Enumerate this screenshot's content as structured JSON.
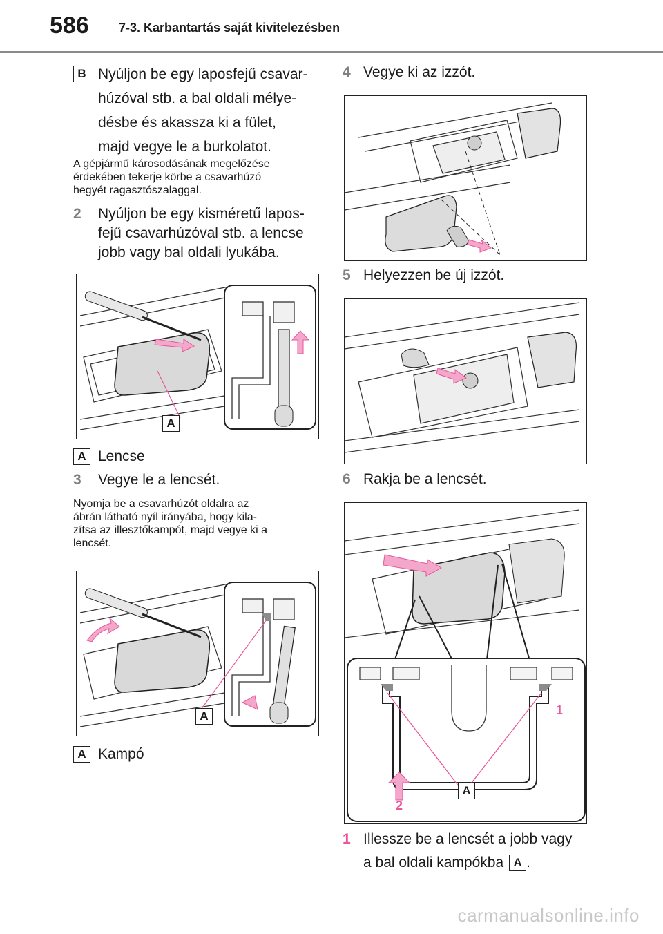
{
  "header": {
    "page_number": "586",
    "section_title": "7-3. Karbantartás saját kivitelezésben"
  },
  "left": {
    "stepB": {
      "marker": "B",
      "lines": [
        "Nyúljon be egy laposfejű csavar-",
        "húzóval stb. a bal oldali mélye-",
        "désbe és akassza ki a fület,",
        "majd vegye le a burkolatot."
      ]
    },
    "note1": [
      "A gépjármű károsodásának megelőzése",
      "érdekében tekerje körbe a csavarhúzó",
      "hegyét ragasztószalaggal."
    ],
    "step2": {
      "num": "2",
      "lines": [
        "Nyúljon be egy kisméretű lapos-",
        "fejű csavarhúzóval stb. a lencse",
        "jobb vagy bal oldali lyukába."
      ]
    },
    "fig1": {
      "label": "A"
    },
    "legend1": {
      "marker": "A",
      "text": "Lencse"
    },
    "step3": {
      "num": "3",
      "text": "Vegye le a lencsét."
    },
    "note2": [
      "Nyomja be a csavarhúzót oldalra az",
      "ábrán látható nyíl irányába, hogy kila-",
      "zítsa az illesztőkampót, majd vegye ki a",
      "lencsét."
    ],
    "fig2": {
      "label": "A"
    },
    "legend2": {
      "marker": "A",
      "text": "Kampó"
    }
  },
  "right": {
    "step4": {
      "num": "4",
      "text": "Vegye ki az izzót."
    },
    "step5": {
      "num": "5",
      "text": "Helyezzen be új izzót."
    },
    "step6": {
      "num": "6",
      "text": "Rakja be a lencsét."
    },
    "fig5": {
      "label": "A",
      "num1": "1",
      "num2": "2"
    },
    "sub1": {
      "num": "1",
      "line1": "Illessze be a lencsét a jobb vagy",
      "line2": "a bal oldali kampókba",
      "marker": "A",
      "end": "."
    }
  },
  "footer": {
    "watermark": "carmanualsonline.info"
  },
  "colors": {
    "pink": "#e8569b",
    "pink_fill": "#f2a7cb",
    "gray_num": "#808080"
  }
}
